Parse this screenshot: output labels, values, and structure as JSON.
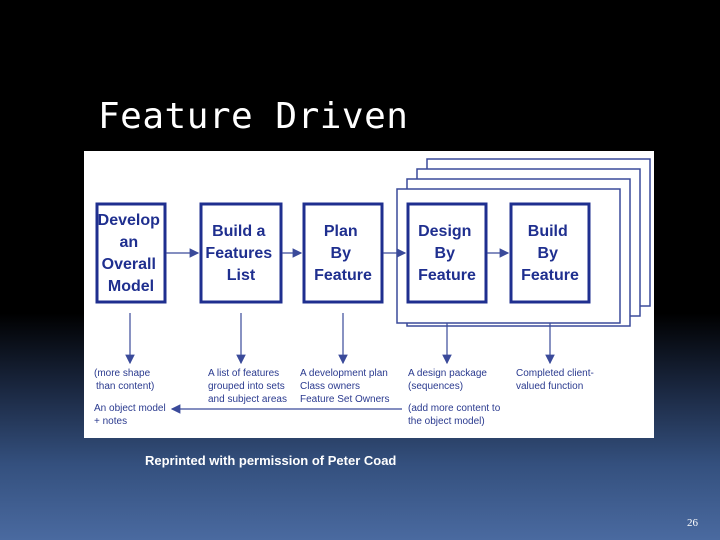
{
  "slide": {
    "title": "Feature Driven",
    "caption": "Reprinted with permission of Peter Coad",
    "page_number": "26"
  },
  "diagram": {
    "colors": {
      "box_border": "#1f2f8f",
      "text": "#1f2f8f",
      "arrow": "#3a4a9a",
      "background": "#ffffff"
    },
    "processes": [
      {
        "lines": [
          "Develop",
          "an",
          "Overall",
          "Model"
        ]
      },
      {
        "lines": [
          "Build a",
          "Features",
          "List"
        ]
      },
      {
        "lines": [
          "Plan",
          "By",
          "Feature"
        ]
      },
      {
        "lines": [
          "Design",
          "By",
          "Feature"
        ]
      },
      {
        "lines": [
          "Build",
          "By",
          "Feature"
        ]
      }
    ],
    "outputs": [
      {
        "lines": [
          "(more shape",
          "than content)",
          "",
          "An object model",
          "+ notes"
        ]
      },
      {
        "lines": [
          "A list of features",
          "grouped into sets",
          "and subject areas"
        ]
      },
      {
        "lines": [
          "A development plan",
          "Class owners",
          "Feature Set Owners"
        ]
      },
      {
        "lines": [
          "A design package",
          "(sequences)",
          "",
          "(add more content to",
          "the object model)"
        ]
      },
      {
        "lines": [
          "Completed client-",
          "valued function"
        ]
      }
    ]
  }
}
